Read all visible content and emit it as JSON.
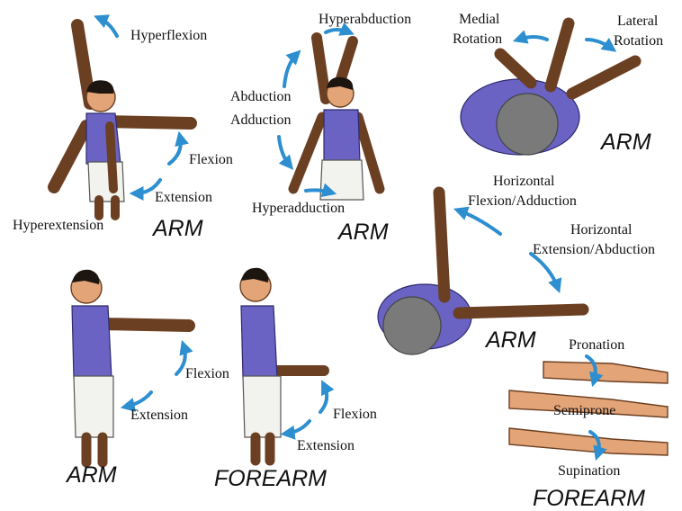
{
  "labels": {
    "hyperflexion": "Hyperflexion",
    "flexion_arm": "Flexion",
    "extension_arm": "Extension",
    "hyperextension": "Hyperextension",
    "hyperabduction": "Hyperabduction",
    "abduction": "Abduction",
    "adduction": "Adduction",
    "hyperadduction": "Hyperadduction",
    "medial_rotation_1": "Medial",
    "medial_rotation_2": "Rotation",
    "lateral_rotation_1": "Lateral",
    "lateral_rotation_2": "Rotation",
    "horizontal_flexion_1": "Horizontal",
    "horizontal_flexion_2": "Flexion/Adduction",
    "horizontal_extension_1": "Horizontal",
    "horizontal_extension_2": "Extension/Abduction",
    "flexion_arm2": "Flexion",
    "extension_arm2": "Extension",
    "flexion_forearm": "Flexion",
    "extension_forearm": "Extension",
    "pronation": "Pronation",
    "semiprone": "Semiprone",
    "supination": "Supination"
  },
  "captions": {
    "arm_1": "ARM",
    "arm_2": "ARM",
    "arm_3": "ARM",
    "arm_4": "ARM",
    "arm_5": "ARM",
    "forearm_1": "FOREARM",
    "forearm_2": "FOREARM"
  },
  "colors": {
    "arrow": "#2d8fd0",
    "shirt": "#6a63c4",
    "skin": "#e3a477"
  }
}
